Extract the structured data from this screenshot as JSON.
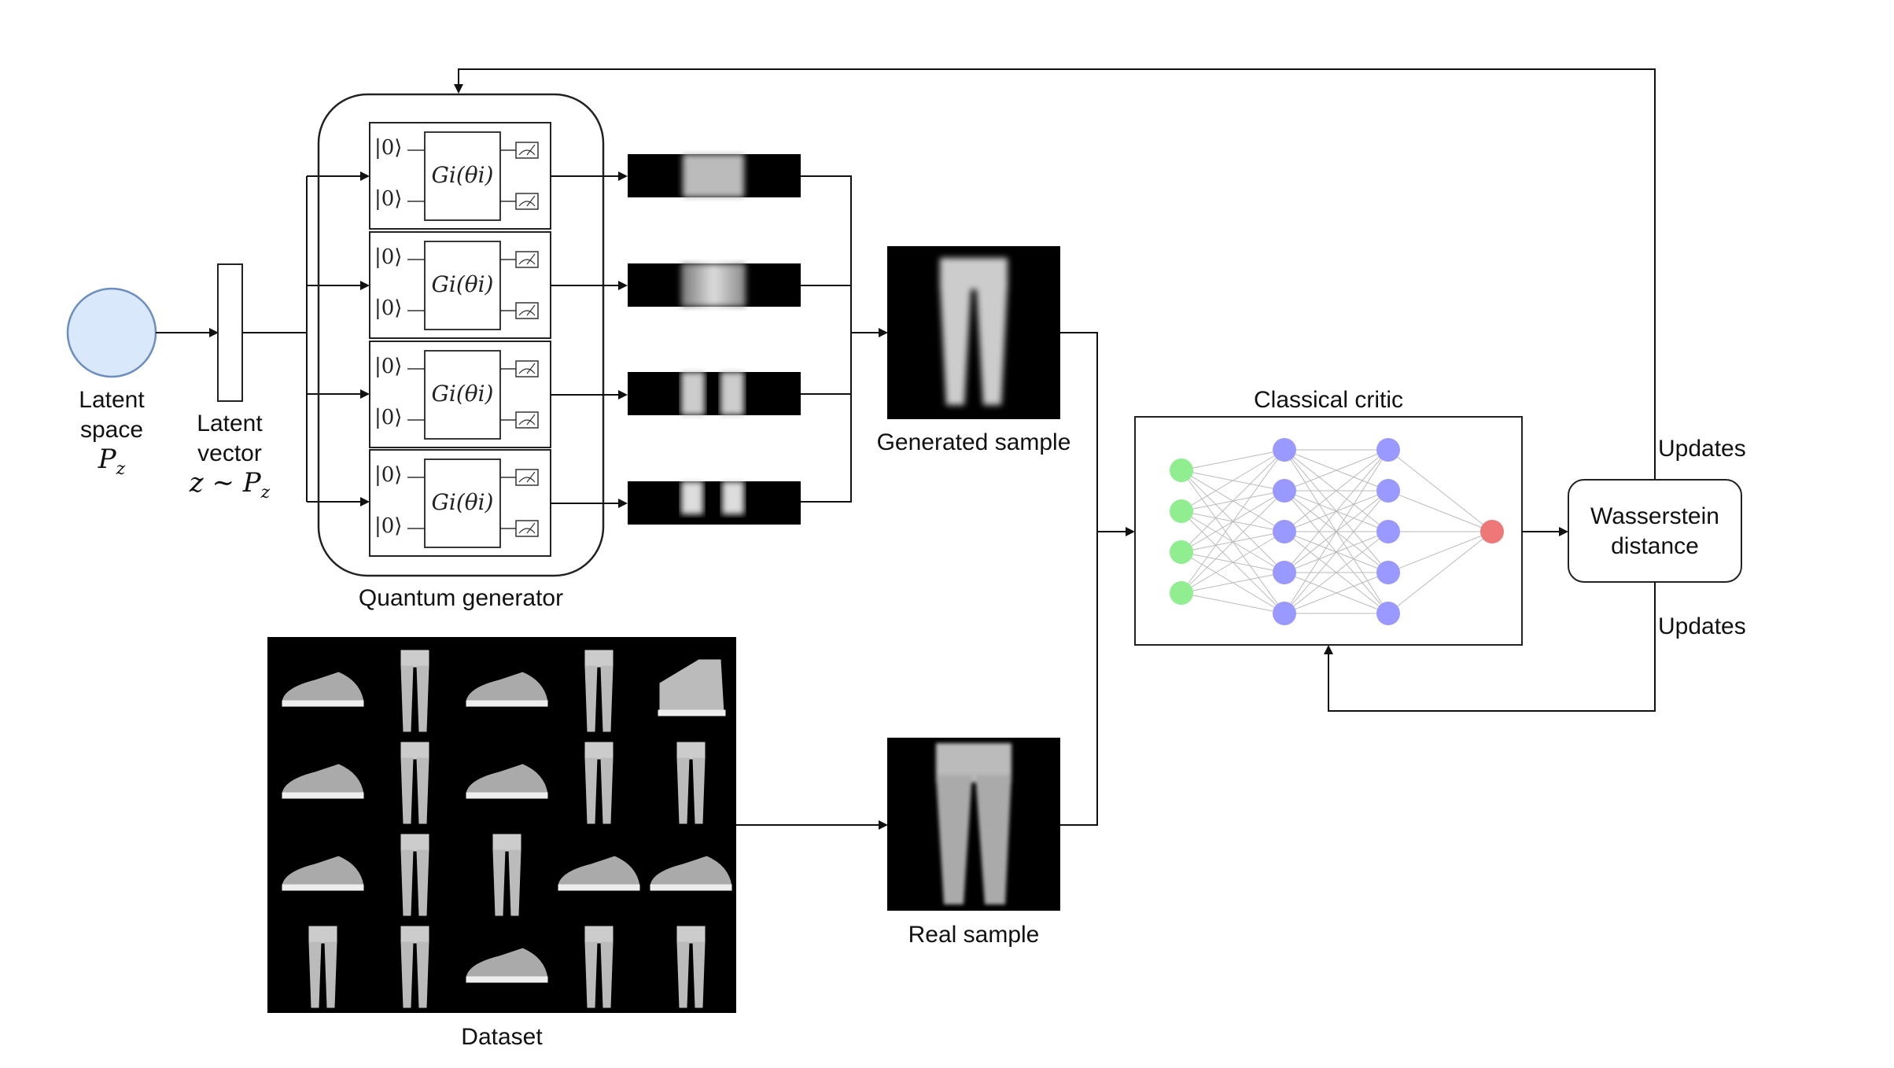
{
  "latent_space": {
    "line1": "Latent",
    "line2": "space",
    "symbol": "Pz"
  },
  "latent_vector": {
    "line1": "Latent",
    "line2": "vector",
    "symbol": "z ∼ Pz"
  },
  "quantum_generator": {
    "label": "Quantum generator",
    "subgenerators": [
      {
        "qubits": [
          "|0⟩",
          "|0⟩"
        ],
        "gate": "Gi(θi)"
      },
      {
        "qubits": [
          "|0⟩",
          "|0⟩"
        ],
        "gate": "Gi(θi)"
      },
      {
        "qubits": [
          "|0⟩",
          "|0⟩"
        ],
        "gate": "Gi(θi)"
      },
      {
        "qubits": [
          "|0⟩",
          "|0⟩"
        ],
        "gate": "Gi(θi)"
      }
    ]
  },
  "generated_sample": {
    "label": "Generated sample"
  },
  "real_sample": {
    "label": "Real sample"
  },
  "dataset": {
    "label": "Dataset",
    "grid": [
      [
        "sneaker",
        "trouser",
        "sneaker",
        "trouser",
        "ankle-boot"
      ],
      [
        "sneaker",
        "trouser",
        "sneaker",
        "trouser",
        "trouser"
      ],
      [
        "sneaker",
        "trouser",
        "trouser",
        "sneaker",
        "sneaker"
      ],
      [
        "trouser",
        "trouser",
        "sneaker",
        "trouser",
        "trouser"
      ]
    ]
  },
  "critic": {
    "label": "Classical critic",
    "layers": [
      4,
      5,
      5,
      1
    ],
    "colors": {
      "input": "#90ee90",
      "hidden": "#9999ff",
      "output": "#ee7777"
    }
  },
  "wasserstein": {
    "line1": "Wasserstein",
    "line2": "distance"
  },
  "updates_top": "Updates",
  "updates_bottom": "Updates",
  "colors": {
    "latent_fill": "#dae8fc",
    "latent_stroke": "#6c8ebf",
    "line": "#111111"
  }
}
